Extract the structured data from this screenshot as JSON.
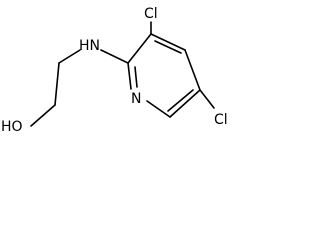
{
  "structure": {
    "atoms": {
      "cl_top": "Cl",
      "cl_right": "Cl",
      "amine": "HN",
      "pyridine_n": "N",
      "hydroxyl": "HO"
    }
  }
}
